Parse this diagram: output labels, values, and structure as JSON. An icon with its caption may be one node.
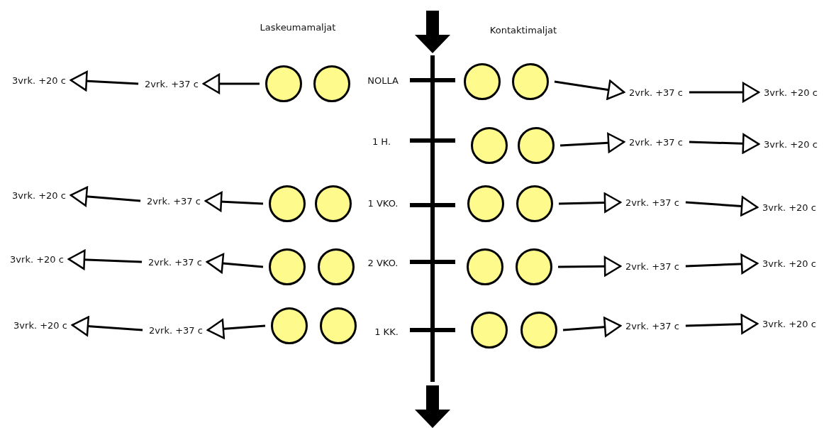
{
  "diagram": {
    "nodes": [
      {
        "text": [
          "3vrk. +20 c"
        ]
      },
      {
        "text": [
          "2vrk. +37 c"
        ]
      },
      {
        "text": [],
        "shape": "circle"
      },
      {
        "text": [],
        "shape": "circle"
      },
      {
        "text": [],
        "shape": "circle"
      },
      {
        "text": [],
        "shape": "circle"
      },
      {
        "text": [
          "2vrk. +37 c"
        ]
      },
      {
        "text": [
          "3vrk. +20 c"
        ]
      },
      {
        "text": [],
        "shape": "circle"
      },
      {
        "text": [],
        "shape": "circle"
      },
      {
        "text": [
          "2vrk. +37 c"
        ]
      },
      {
        "text": [
          "3vrk. +20 c"
        ]
      },
      {
        "text": [
          "3vrk. +20 c"
        ]
      },
      {
        "text": [
          "2vrk. +37 c"
        ]
      },
      {
        "text": [],
        "shape": "circle"
      },
      {
        "text": [],
        "shape": "circle"
      },
      {
        "text": [],
        "shape": "circle"
      },
      {
        "text": [],
        "shape": "circle"
      },
      {
        "text": [
          "2vrk. +37 c"
        ]
      },
      {
        "text": [
          "3vrk. +20 c"
        ]
      },
      {
        "text": [
          "3vrk. +20 c"
        ]
      },
      {
        "text": [
          "2vrk. +37 c"
        ]
      },
      {
        "text": [],
        "shape": "circle"
      },
      {
        "text": [],
        "shape": "circle"
      },
      {
        "text": [],
        "shape": "circle"
      },
      {
        "text": [],
        "shape": "circle"
      },
      {
        "text": [
          "2vrk. +37 c"
        ]
      },
      {
        "text": [
          "3vrk. +20 c"
        ]
      },
      {
        "text": [
          "3vrk. +20 c"
        ]
      },
      {
        "text": [
          "2vrk. +37 c"
        ]
      },
      {
        "text": [],
        "shape": "circle"
      },
      {
        "text": [],
        "shape": "circle"
      },
      {
        "text": [],
        "shape": "circle"
      },
      {
        "text": [],
        "shape": "circle"
      },
      {
        "text": [
          "2vrk. +37 c"
        ]
      },
      {
        "text": [
          "3vrk. +20 c"
        ]
      }
    ],
    "edges": [
      {
        "from": 2,
        "to": 1,
        "arrow": "to"
      },
      {
        "from": 1,
        "to": 0,
        "arrow": "to"
      },
      {
        "from": 5,
        "to": 6,
        "arrow": "to"
      },
      {
        "from": 6,
        "to": 7,
        "arrow": "to"
      },
      {
        "from": 9,
        "to": 10,
        "arrow": "to"
      },
      {
        "from": 10,
        "to": 11,
        "arrow": "to"
      },
      {
        "from": 14,
        "to": 13,
        "arrow": "to"
      },
      {
        "from": 13,
        "to": 12,
        "arrow": "to"
      },
      {
        "from": 17,
        "to": 18,
        "arrow": "to"
      },
      {
        "from": 18,
        "to": 19,
        "arrow": "to"
      },
      {
        "from": 22,
        "to": 21,
        "arrow": "to"
      },
      {
        "from": 21,
        "to": 20,
        "arrow": "to"
      },
      {
        "from": 25,
        "to": 26,
        "arrow": "to"
      },
      {
        "from": 26,
        "to": 27,
        "arrow": "to"
      },
      {
        "from": 30,
        "to": 29,
        "arrow": "to"
      },
      {
        "from": 29,
        "to": 28,
        "arrow": "to"
      },
      {
        "from": 33,
        "to": 34,
        "arrow": "to"
      },
      {
        "from": 34,
        "to": 35,
        "arrow": "to"
      }
    ],
    "labels": [
      "Laskeumamaljat",
      "Kontaktimaljat",
      "NOLLA",
      "1 H.",
      "1 VKO.",
      "2 VKO.",
      "1 KK."
    ]
  }
}
